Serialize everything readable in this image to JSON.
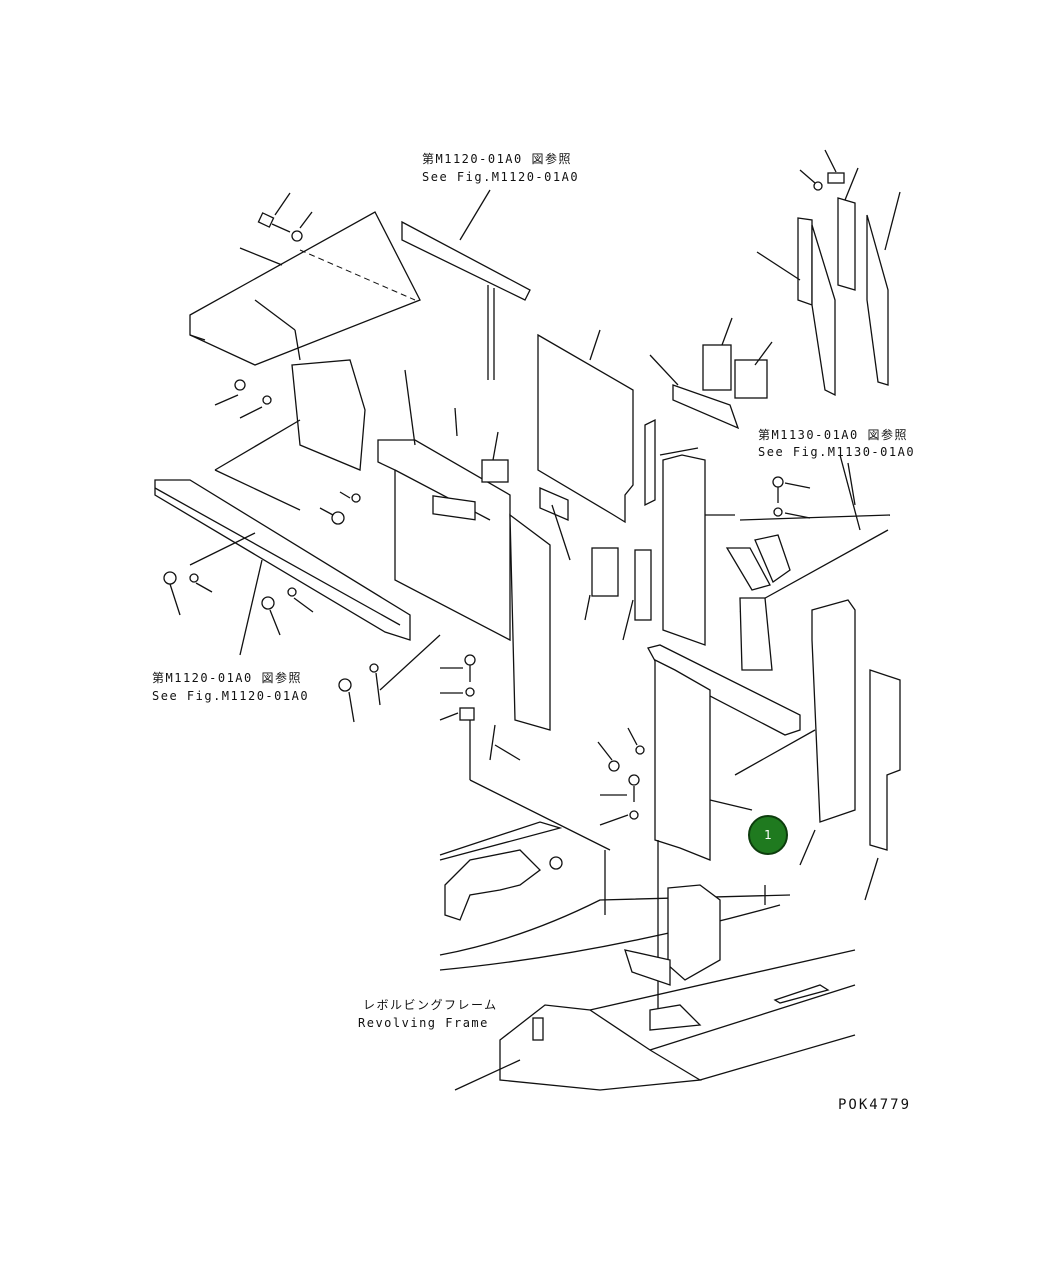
{
  "references": [
    {
      "jp": "第M1120-01A0 図参照",
      "en": "See Fig.M1120-01A0"
    },
    {
      "jp": "第M1130-01A0 図参照",
      "en": "See Fig.M1130-01A0"
    },
    {
      "jp": "第M1120-01A0 図参照",
      "en": "See Fig.M1120-01A0"
    }
  ],
  "frame_label": {
    "jp": "レボルビングフレーム",
    "en": "Revolving Frame"
  },
  "callout": {
    "number": "1",
    "color": "#1f7a1f"
  },
  "drawing_code": "POK4779"
}
